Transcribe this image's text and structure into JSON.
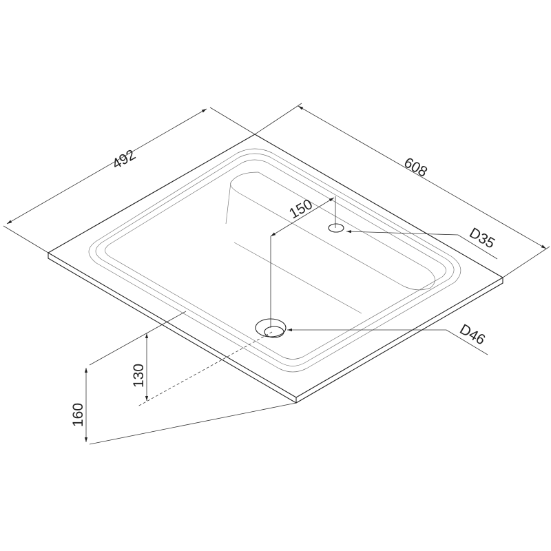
{
  "dimensions": {
    "width": "492",
    "length": "608",
    "tap_offset": "150",
    "tap_hole": "D35",
    "drain_hole": "D46",
    "drain_height": "130",
    "total_height": "160"
  }
}
